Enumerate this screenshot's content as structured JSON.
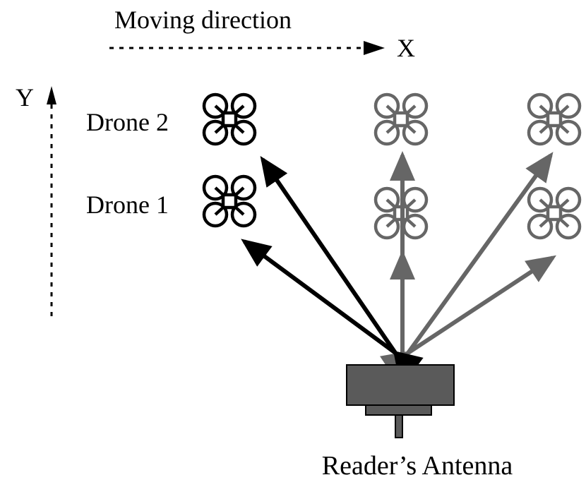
{
  "labels": {
    "moving_direction": "Moving direction",
    "x_axis": "X",
    "y_axis": "Y",
    "drone_1": "Drone 1",
    "drone_2": "Drone 2",
    "antenna": "Reader’s Antenna"
  },
  "colors": {
    "active": "#000000",
    "ghost": "#666666",
    "antenna_body": "#5a5a5a"
  },
  "icons": {
    "drone": "quadcopter-icon",
    "antenna": "antenna-icon"
  }
}
